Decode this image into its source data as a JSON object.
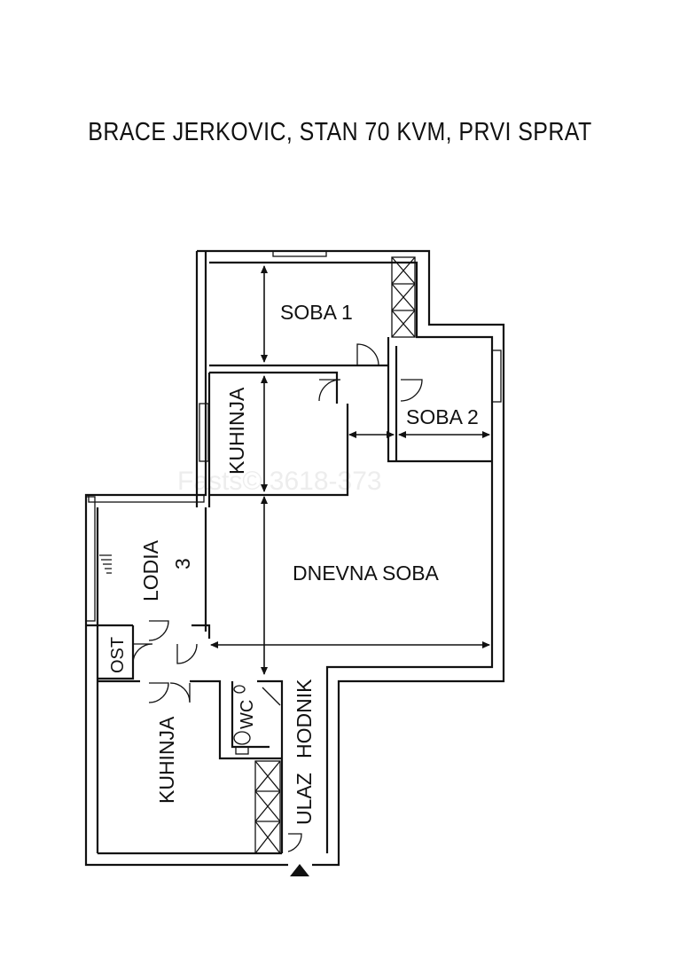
{
  "title": "BRACE JERKOVIC, STAN 70 KVM, PRVI SPRAT",
  "watermark": "Fasts© 3618-373",
  "rooms": {
    "soba1": "SOBA 1",
    "soba2": "SOBA 2",
    "kuhinja_top": "KUHINJA",
    "lodia": "LODIA",
    "lodia_num": "3",
    "dnevna": "DNEVNA SOBA",
    "ost": "OST",
    "wc": "WC",
    "ulaz": "ULAZ",
    "hodnik": "HODNIK",
    "kuhinja_bottom": "KUHINJA"
  }
}
